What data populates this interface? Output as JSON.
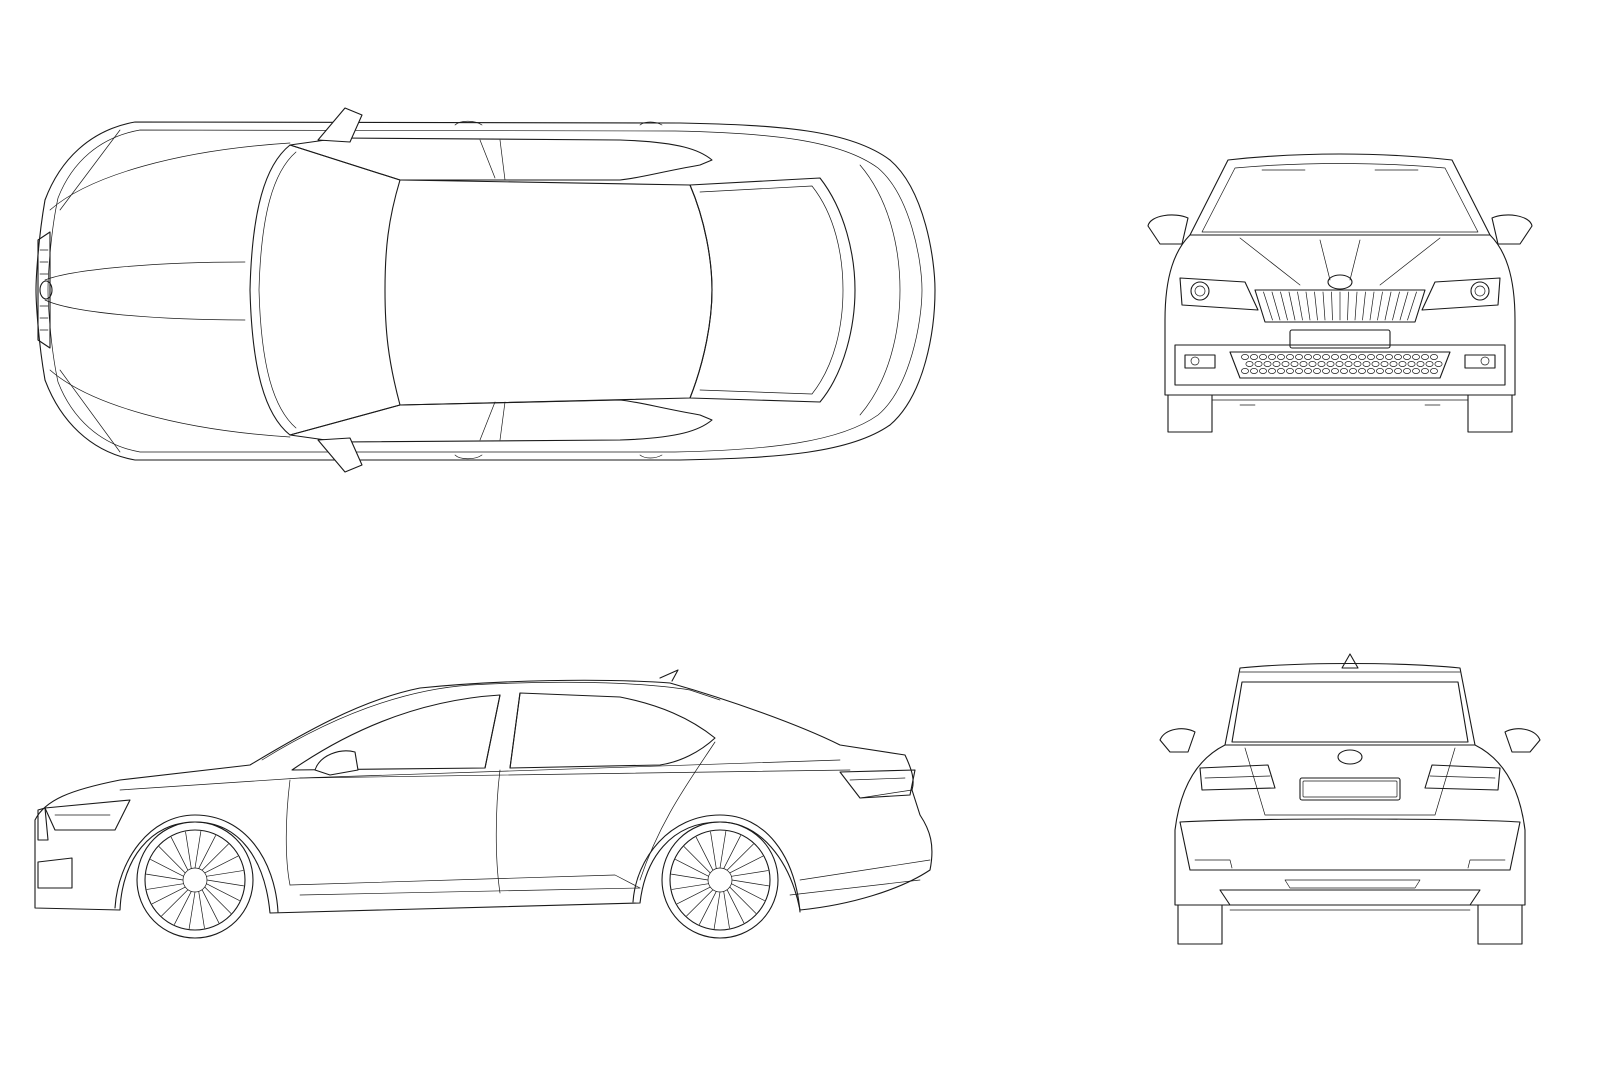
{
  "drawing": {
    "background_color": "#ffffff",
    "line_color": "#1a1a1a",
    "views": [
      {
        "id": "top",
        "label": ""
      },
      {
        "id": "front",
        "label": ""
      },
      {
        "id": "side",
        "label": ""
      },
      {
        "id": "rear",
        "label": ""
      }
    ],
    "wheel_spokes": 20,
    "grille_bars": 20
  }
}
